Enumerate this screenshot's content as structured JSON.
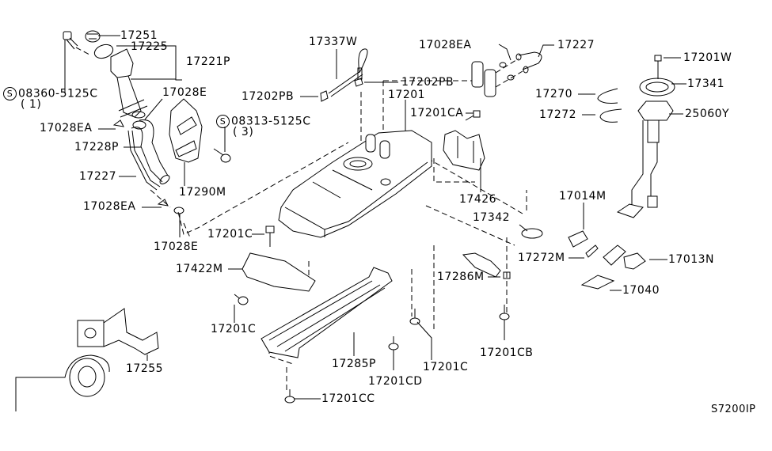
{
  "diagram": {
    "title": "Fuel Tank Parts Diagram",
    "figure_code": "S7200IP",
    "line_color": "#000000",
    "background": "#ffffff"
  },
  "labels": {
    "p17251": "17251",
    "p17225": "17225",
    "p17221P": "17221P",
    "s08360": "08360-5125C",
    "s08360_qty": "( 1)",
    "p17028E_top": "17028E",
    "p17028EA_left": "17028EA",
    "p17228P": "17228P",
    "p17227_left": "17227",
    "p17290M": "17290M",
    "p17028EA_low": "17028EA",
    "p17028E_low": "17028E",
    "s08313": "08313-5125C",
    "s08313_qty": "( 3)",
    "p17337W": "17337W",
    "p17202PB_left": "17202PB",
    "p17202PB_right": "17202PB",
    "p17201": "17201",
    "p17201CA": "17201CA",
    "p17028EA_top": "17028EA",
    "p17227_top": "17227",
    "p17201W": "17201W",
    "p17341": "17341",
    "p17270": "17270",
    "p17272": "17272",
    "p25060Y": "25060Y",
    "p17426": "17426",
    "p17342": "17342",
    "p17014M": "17014M",
    "p17272M": "17272M",
    "p17013N": "17013N",
    "p17040": "17040",
    "p17286M": "17286M",
    "p17201C_a": "17201C",
    "p17422M": "17422M",
    "p17201C_b": "17201C",
    "p17285P": "17285P",
    "p17201C_c": "17201C",
    "p17201CB": "17201CB",
    "p17201CD": "17201CD",
    "p17201CC": "17201CC",
    "p17255": "17255",
    "s_symbol": "S"
  }
}
